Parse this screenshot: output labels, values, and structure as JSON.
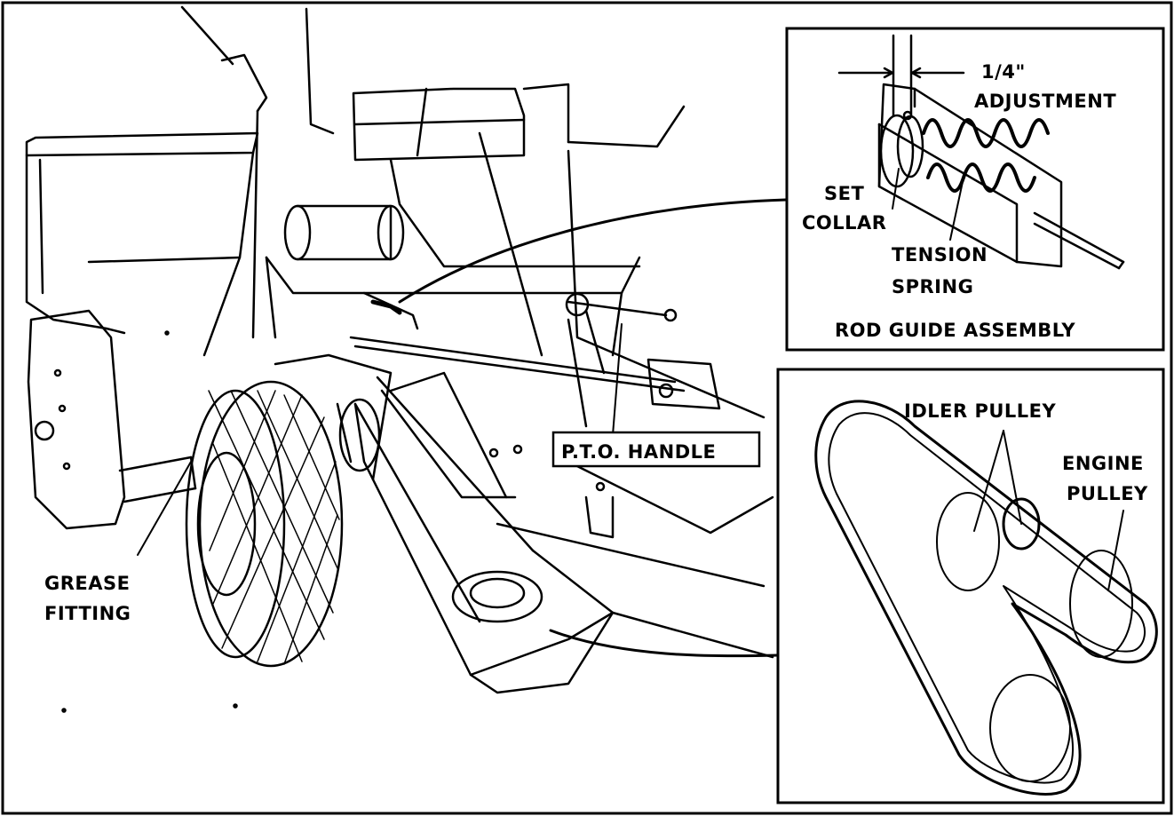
{
  "labels": {
    "grease_fitting": [
      "GREASE",
      "FITTING"
    ],
    "pto_handle": "P.T.O. HANDLE"
  },
  "rod_guide_inset": {
    "dimension": "1/4\"",
    "adjustment": "ADJUSTMENT",
    "set_collar": [
      "SET",
      "COLLAR"
    ],
    "tension_spring": [
      "TENSION",
      "SPRING"
    ],
    "caption": "ROD GUIDE ASSEMBLY"
  },
  "belt_inset": {
    "idler_pulley": "IDLER PULLEY",
    "engine_pulley": [
      "ENGINE",
      "PULLEY"
    ]
  },
  "colors": {
    "ink": "#000000",
    "paper": "#ffffff"
  }
}
